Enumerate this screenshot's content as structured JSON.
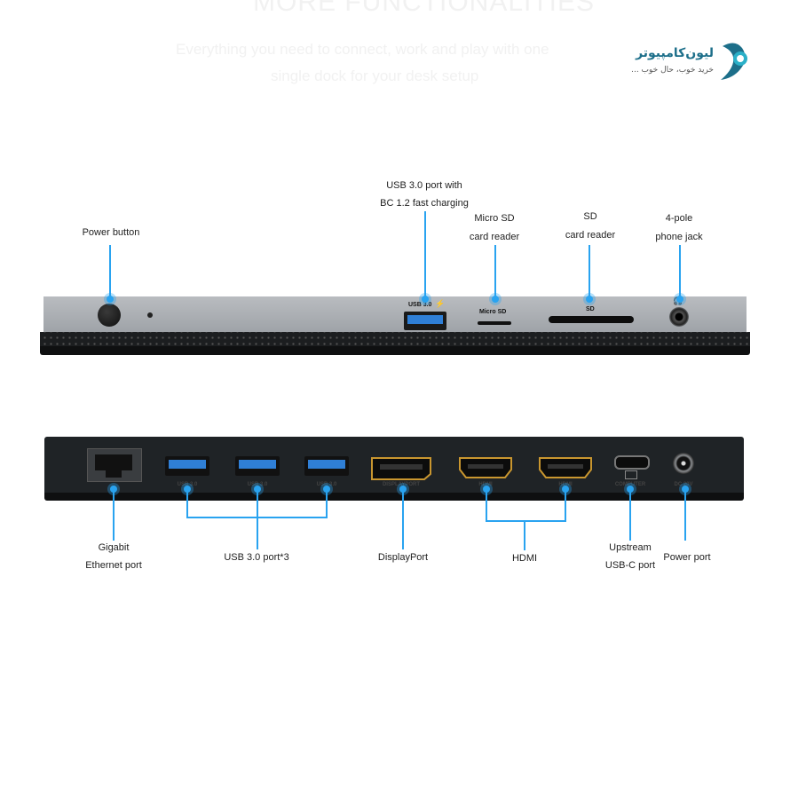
{
  "background_text": {
    "line1": "MORE FUNCTIONALITIES",
    "line2": "Everything you need to connect, work and play with one",
    "line3": "single dock for your desk setup"
  },
  "logo": {
    "title": "لیون‌کامپیوتر",
    "subtitle": "خرید خوب، حال خوب ..."
  },
  "top_labels": {
    "power_button": "Power button",
    "usb_fast_1": "USB 3.0 port with",
    "usb_fast_2": "BC 1.2 fast charging",
    "micro_sd_1": "Micro SD",
    "micro_sd_2": "card reader",
    "sd_1": "SD",
    "sd_2": "card reader",
    "phone_1": "4-pole",
    "phone_2": "phone jack"
  },
  "front_port_text": {
    "usb": "USB 3.0",
    "micro_sd": "Micro SD",
    "sd": "SD"
  },
  "rear_port_text": {
    "usb1": "USB 3.0",
    "usb2": "USB 3.0",
    "usb3": "USB 3.0",
    "displayport": "DISPLAYPORT",
    "hdmi1": "HDMI",
    "hdmi2": "HDMI",
    "computer": "COMPUTER",
    "dc": "DC 20V"
  },
  "bottom_labels": {
    "ethernet_1": "Gigabit",
    "ethernet_2": "Ethernet port",
    "usb": "USB 3.0 port*3",
    "displayport": "DisplayPort",
    "hdmi": "HDMI",
    "usbc_1": "Upstream",
    "usbc_2": "USB-C port",
    "power": "Power port"
  },
  "colors": {
    "accent": "#29a3f0",
    "front_body": "#a8acb1",
    "rear_body": "#1f2326",
    "usb_blue": "#2f7fd6"
  }
}
